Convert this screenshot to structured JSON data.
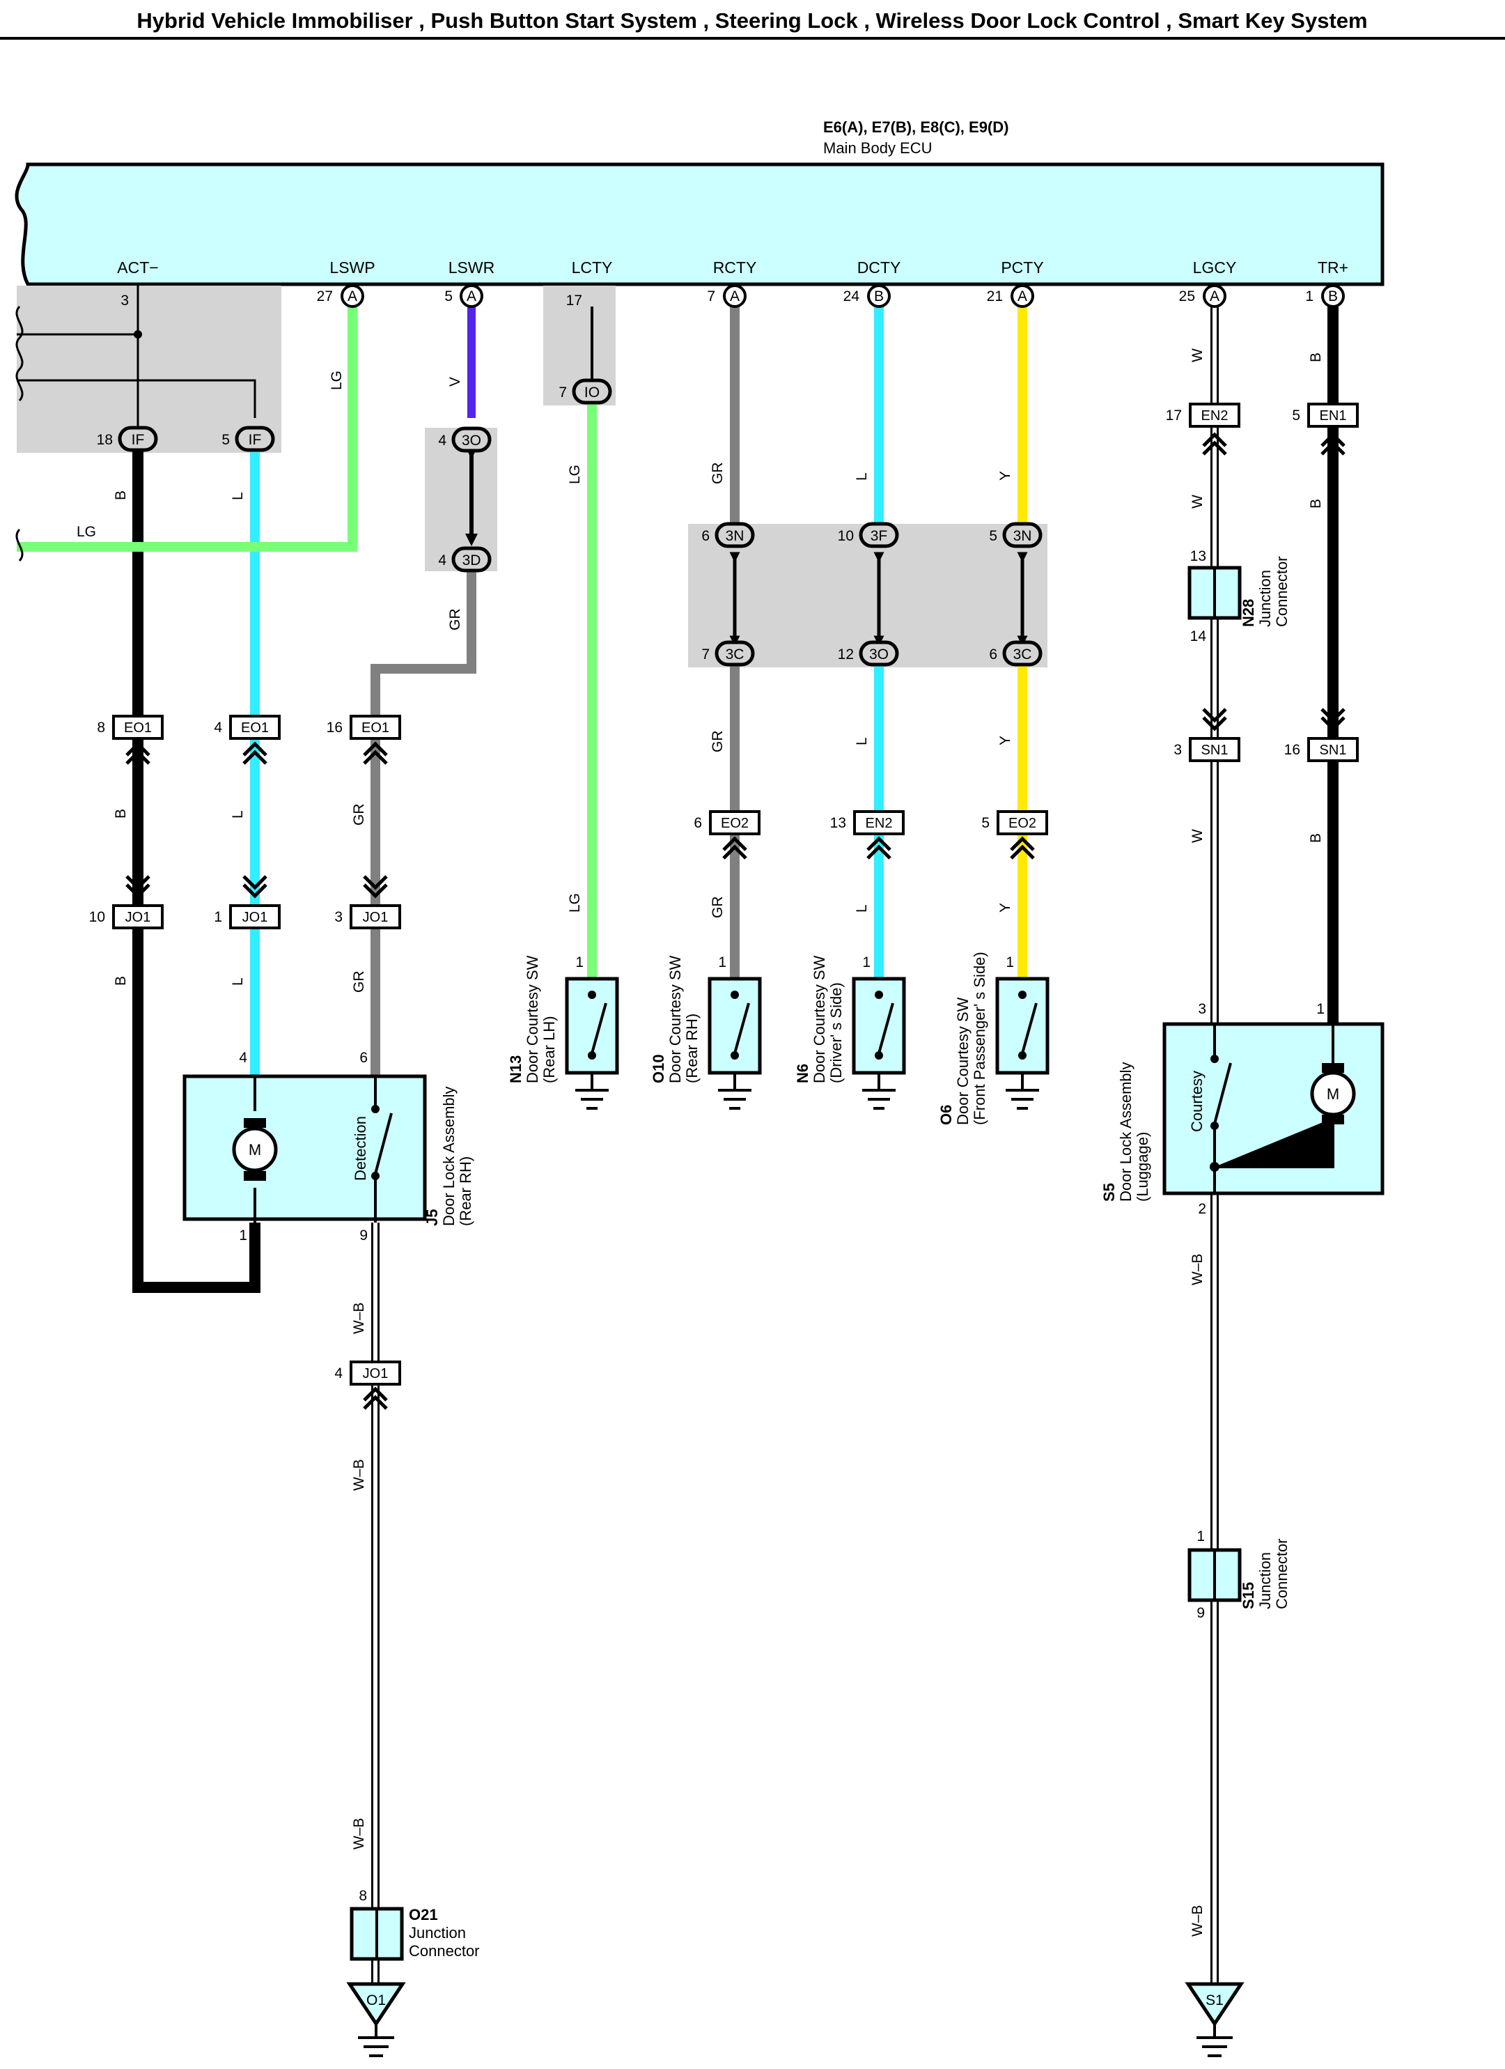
{
  "title": "Hybrid Vehicle Immobiliser , Push Button Start System , Steering Lock , Wireless Door Lock Control , Smart Key System",
  "ecu": {
    "codes": "E6(A), E7(B), E8(C), E9(D)",
    "name": "Main Body ECU"
  },
  "colors": {
    "ecu_fill": "#ccffff",
    "shade": "#d4d4d4",
    "B": "#000000",
    "L": "#33eeff",
    "LG": "#77ff77",
    "V": "#5522ee",
    "GR": "#808080",
    "Y": "#ffea00",
    "W": "#ffffff"
  },
  "signals": [
    "ACT−",
    "LSWP",
    "LSWR",
    "LCTY",
    "RCTY",
    "DCTY",
    "PCTY",
    "LGCY",
    "TR+"
  ],
  "ecu_pins": [
    {
      "pin": "3",
      "conn": ""
    },
    {
      "pin": "27",
      "conn": "A"
    },
    {
      "pin": "5",
      "conn": "A"
    },
    {
      "pin": "17",
      "conn": ""
    },
    {
      "pin": "7",
      "conn": "A"
    },
    {
      "pin": "24",
      "conn": "B"
    },
    {
      "pin": "21",
      "conn": "A"
    },
    {
      "pin": "25",
      "conn": "A"
    },
    {
      "pin": "1",
      "conn": "B"
    }
  ],
  "connectors": [
    {
      "pin": "18",
      "code": "IF"
    },
    {
      "pin": "5",
      "code": "IF"
    },
    {
      "pin": "7",
      "code": "IO"
    },
    {
      "pin": "4",
      "code": "3O"
    },
    {
      "pin": "4",
      "code": "3D"
    },
    {
      "pin": "6",
      "code": "3N"
    },
    {
      "pin": "10",
      "code": "3F"
    },
    {
      "pin": "5",
      "code": "3N"
    },
    {
      "pin": "7",
      "code": "3C"
    },
    {
      "pin": "12",
      "code": "3O"
    },
    {
      "pin": "6",
      "code": "3C"
    },
    {
      "pin": "17",
      "code": "EN2"
    },
    {
      "pin": "5",
      "code": "EN1"
    },
    {
      "pin": "8",
      "code": "EO1"
    },
    {
      "pin": "4",
      "code": "EO1"
    },
    {
      "pin": "16",
      "code": "EO1"
    },
    {
      "pin": "3",
      "code": "SN1"
    },
    {
      "pin": "16",
      "code": "SN1"
    },
    {
      "pin": "6",
      "code": "EO2"
    },
    {
      "pin": "13",
      "code": "EN2"
    },
    {
      "pin": "5",
      "code": "EO2"
    },
    {
      "pin": "10",
      "code": "JO1"
    },
    {
      "pin": "1",
      "code": "JO1"
    },
    {
      "pin": "3",
      "code": "JO1"
    },
    {
      "pin": "4",
      "code": "JO1"
    }
  ],
  "wire_labels": [
    "B",
    "L",
    "LG",
    "V",
    "GR",
    "LG",
    "GR",
    "L",
    "Y",
    "W",
    "B",
    "LG",
    "GR",
    "L",
    "Y",
    "W",
    "B",
    "W–B",
    "W–B",
    "W–B",
    "W–B",
    "B",
    "L",
    "GR",
    "B",
    "L",
    "GR",
    "LG",
    "GR",
    "L",
    "Y",
    "W",
    "B"
  ],
  "components": [
    {
      "code": "J5",
      "name": "Door Lock Assembly",
      "sub": "(Rear RH)",
      "inner": "Detection",
      "motor": "M",
      "pins": [
        "4",
        "6",
        "1",
        "9"
      ]
    },
    {
      "code": "N13",
      "name": "Door Courtesy SW",
      "sub": "(Rear LH)",
      "pin": "1"
    },
    {
      "code": "O10",
      "name": "Door Courtesy SW",
      "sub": "(Rear RH)",
      "pin": "1"
    },
    {
      "code": "N6",
      "name": "Door Courtesy SW",
      "sub": "(Driver' s Side)",
      "pin": "1"
    },
    {
      "code": "O6",
      "name": "Door Courtesy SW",
      "sub": "(Front Passenger' s Side)",
      "pin": "1"
    },
    {
      "code": "S5",
      "name": "Door Lock Assembly",
      "sub": "(Luggage)",
      "inner": "Courtesy",
      "motor": "M",
      "pins": [
        "3",
        "1",
        "2"
      ]
    },
    {
      "code": "N28",
      "name": "Junction",
      "sub": "Connector",
      "pins": [
        "13",
        "14"
      ]
    },
    {
      "code": "S15",
      "name": "Junction",
      "sub": "Connector",
      "pins": [
        "1",
        "9"
      ]
    },
    {
      "code": "O21",
      "name": "Junction",
      "sub": "Connector",
      "pin": "8"
    }
  ],
  "grounds": [
    "O1",
    "S1"
  ]
}
